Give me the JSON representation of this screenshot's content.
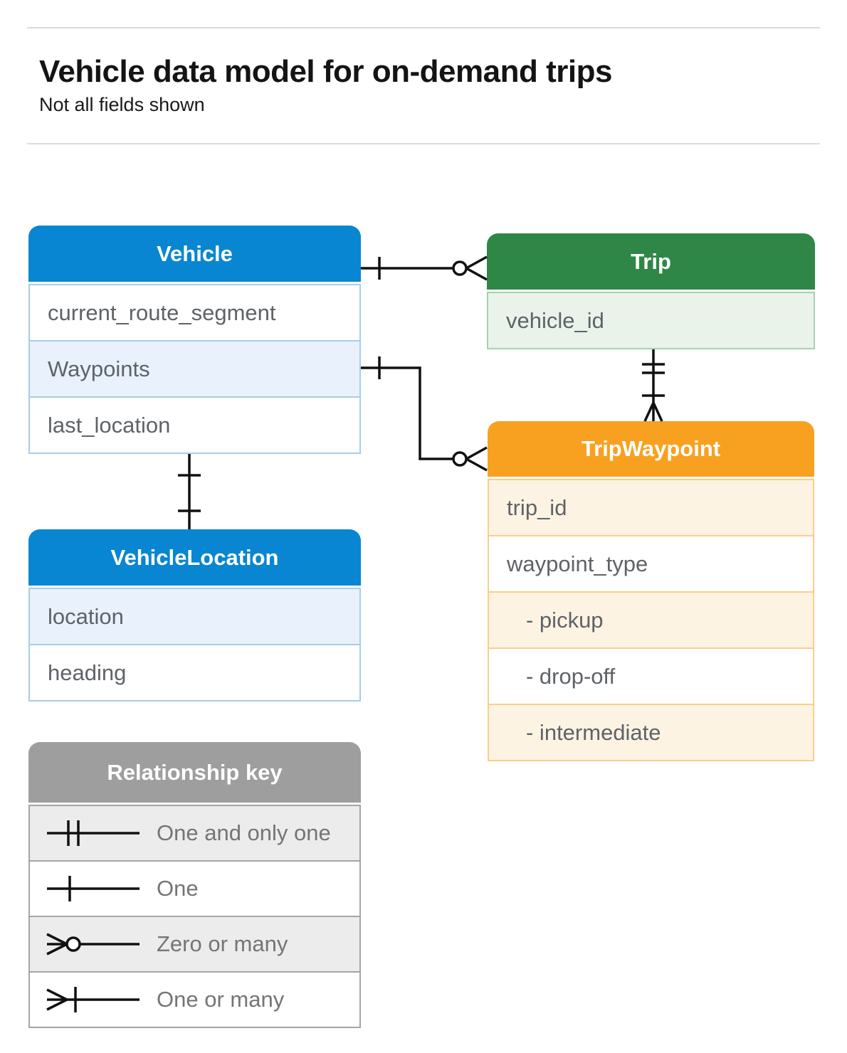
{
  "header": {
    "title": "Vehicle data model for on-demand trips",
    "subtitle": "Not all fields shown"
  },
  "entities": [
    {
      "name": "Vehicle",
      "fields": [
        "current_route_segment",
        "Waypoints",
        "last_location"
      ]
    },
    {
      "name": "Trip",
      "fields": [
        "vehicle_id"
      ]
    },
    {
      "name": "TripWaypoint",
      "fields": [
        "trip_id",
        "waypoint_type",
        "- pickup",
        "- drop-off",
        "- intermediate"
      ]
    },
    {
      "name": "VehicleLocation",
      "fields": [
        "location",
        "heading"
      ]
    }
  ],
  "legend": {
    "title": "Relationship key",
    "items": [
      {
        "label": "One and only one",
        "symbol": "one-and-only-one"
      },
      {
        "label": "One",
        "symbol": "one"
      },
      {
        "label": "Zero or many",
        "symbol": "zero-or-many"
      },
      {
        "label": "One or many",
        "symbol": "one-or-many"
      }
    ]
  },
  "relationships": [
    {
      "from": "Vehicle",
      "to": "Trip",
      "from_cardinality": "one",
      "to_cardinality": "zero-or-many"
    },
    {
      "from": "Vehicle.Waypoints",
      "to": "TripWaypoint",
      "from_cardinality": "one",
      "to_cardinality": "zero-or-many"
    },
    {
      "from": "Vehicle",
      "to": "VehicleLocation",
      "from_cardinality": "one",
      "to_cardinality": "one"
    },
    {
      "from": "Trip",
      "to": "TripWaypoint",
      "from_cardinality": "one-and-only-one",
      "to_cardinality": "one-or-many"
    }
  ],
  "colors": {
    "blue_header": "#0886d2",
    "blue_tint": "#e9f1fc",
    "green_header": "#2e8747",
    "green_tint": "#e9f3ea",
    "orange_header": "#f8a120",
    "orange_tint": "#fdf3e3",
    "gray_header": "#9e9e9e",
    "gray_tint": "#ececec",
    "field_text": "#5f6368",
    "connector": "#111111"
  }
}
